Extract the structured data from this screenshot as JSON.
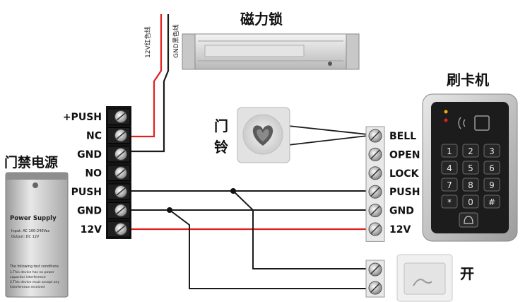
{
  "wire_labels": {
    "red": "12V红色线",
    "black": "GND黑色线"
  },
  "devices": {
    "maglock": "磁力锁",
    "card_reader": "刷卡机",
    "doorbell": "门铃",
    "power_supply": "门禁电源",
    "exit_button": "开"
  },
  "power_supply_box": {
    "brand": "Power Supply",
    "spec_lines": [
      "Input: AC 100-240Vac",
      "Output: DC 12V"
    ],
    "notice_title": "The following test conditions",
    "notice_lines": [
      "1.This device has no power",
      "capacitor interference",
      "2.This device must accept any",
      "interference received"
    ]
  },
  "psu_terminals": [
    "+PUSH",
    "NC",
    "GND",
    "NO",
    "PUSH",
    "GND",
    "12V"
  ],
  "reader_terminals": [
    "BELL",
    "OPEN",
    "LOCK",
    "PUSH",
    "GND",
    "12V"
  ],
  "keypad": [
    "1",
    "2",
    "3",
    "4",
    "5",
    "6",
    "7",
    "8",
    "9",
    "*",
    "0",
    "#"
  ],
  "colors": {
    "red_wire": "#e02020",
    "black_wire": "#1a1a1a",
    "reader_body": "#1c1c1c",
    "reader_frame": "#c9c9c9"
  }
}
